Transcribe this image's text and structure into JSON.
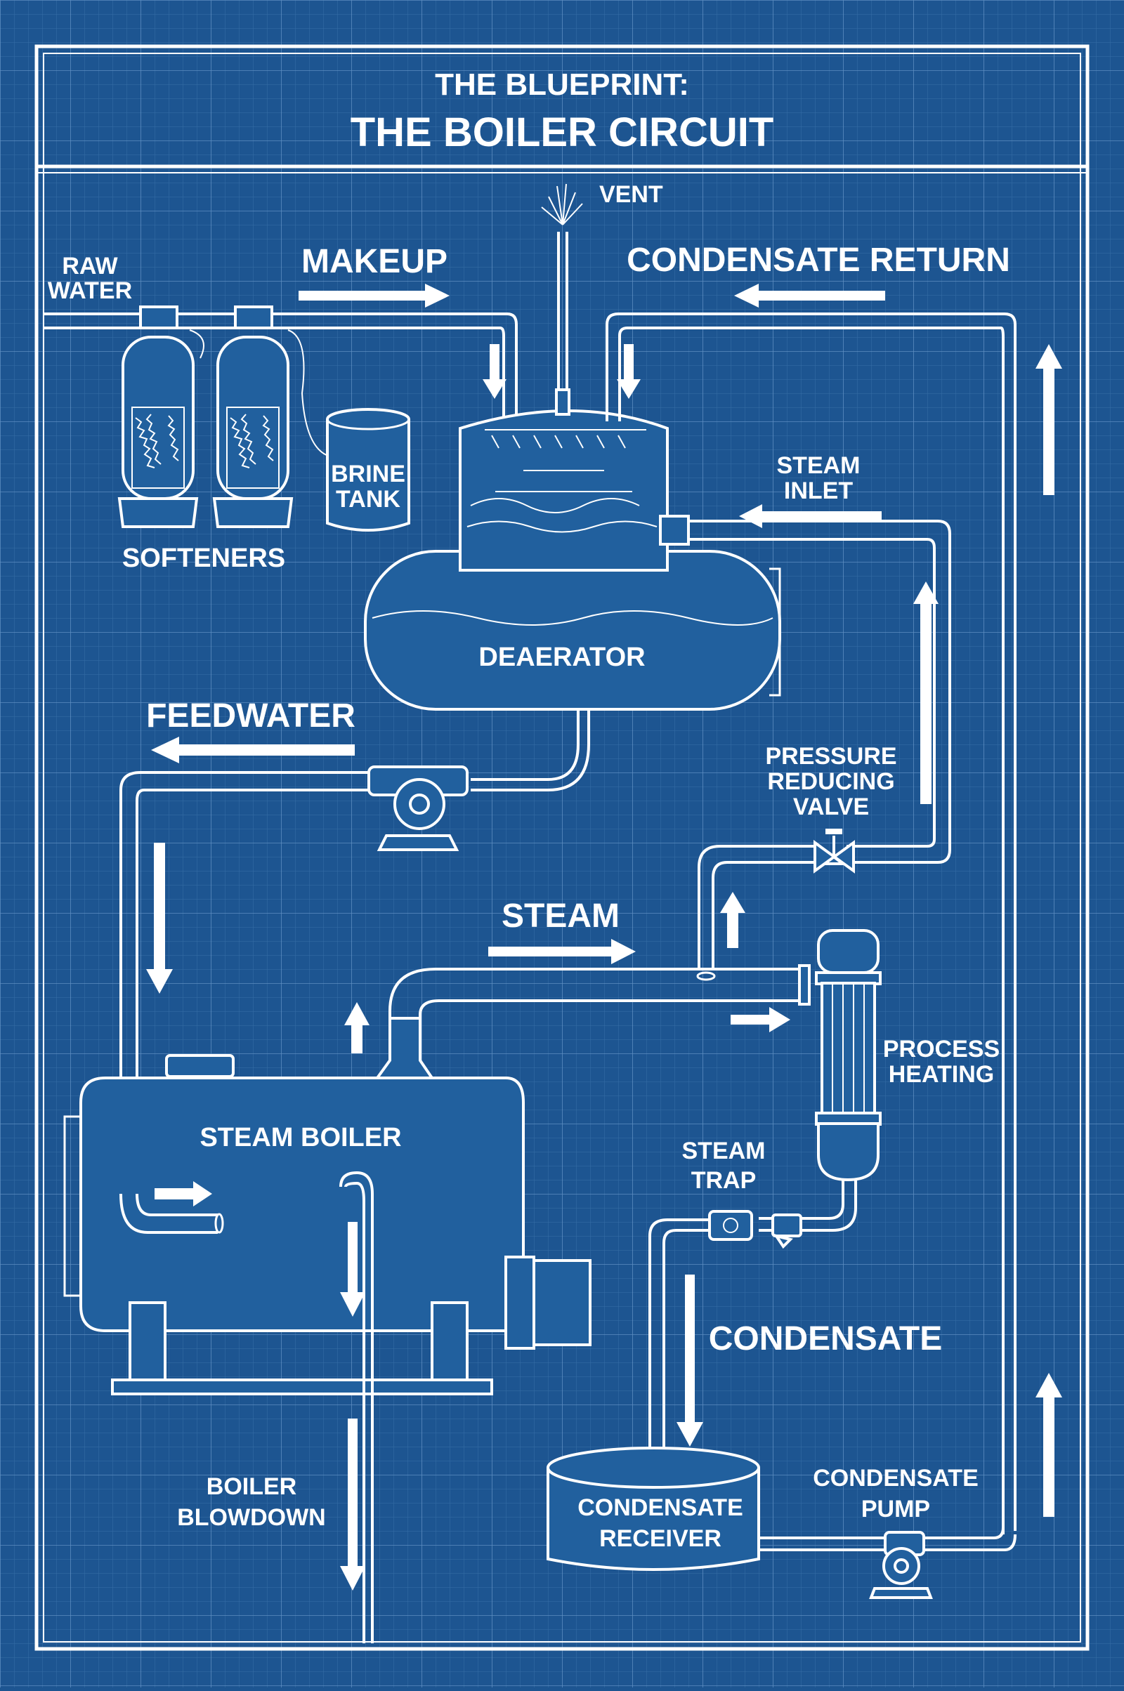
{
  "title": {
    "line1": "THE BLUEPRINT:",
    "line2": "THE BOILER CIRCUIT"
  },
  "labels": {
    "raw_water": [
      "RAW",
      "WATER"
    ],
    "makeup": "MAKEUP",
    "vent": "VENT",
    "condensate_return": "CONDENSATE RETURN",
    "brine_tank": [
      "BRINE",
      "TANK"
    ],
    "softeners": "SOFTENERS",
    "steam_inlet": [
      "STEAM",
      "INLET"
    ],
    "deaerator": "DEAERATOR",
    "feedwater": "FEEDWATER",
    "prv": [
      "PRESSURE",
      "REDUCING",
      "VALVE"
    ],
    "steam": "STEAM",
    "process_heating": [
      "PROCESS",
      "HEATING"
    ],
    "steam_boiler": "STEAM BOILER",
    "steam_trap": [
      "STEAM",
      "TRAP"
    ],
    "condensate": "CONDENSATE",
    "boiler_blowdown": [
      "BOILER",
      "BLOWDOWN"
    ],
    "condensate_receiver": [
      "CONDENSATE",
      "RECEIVER"
    ],
    "condensate_pump": [
      "CONDENSATE",
      "PUMP"
    ]
  },
  "colors": {
    "background": "#1d5591",
    "grid": "#5b8fc4",
    "line": "#ffffff"
  }
}
